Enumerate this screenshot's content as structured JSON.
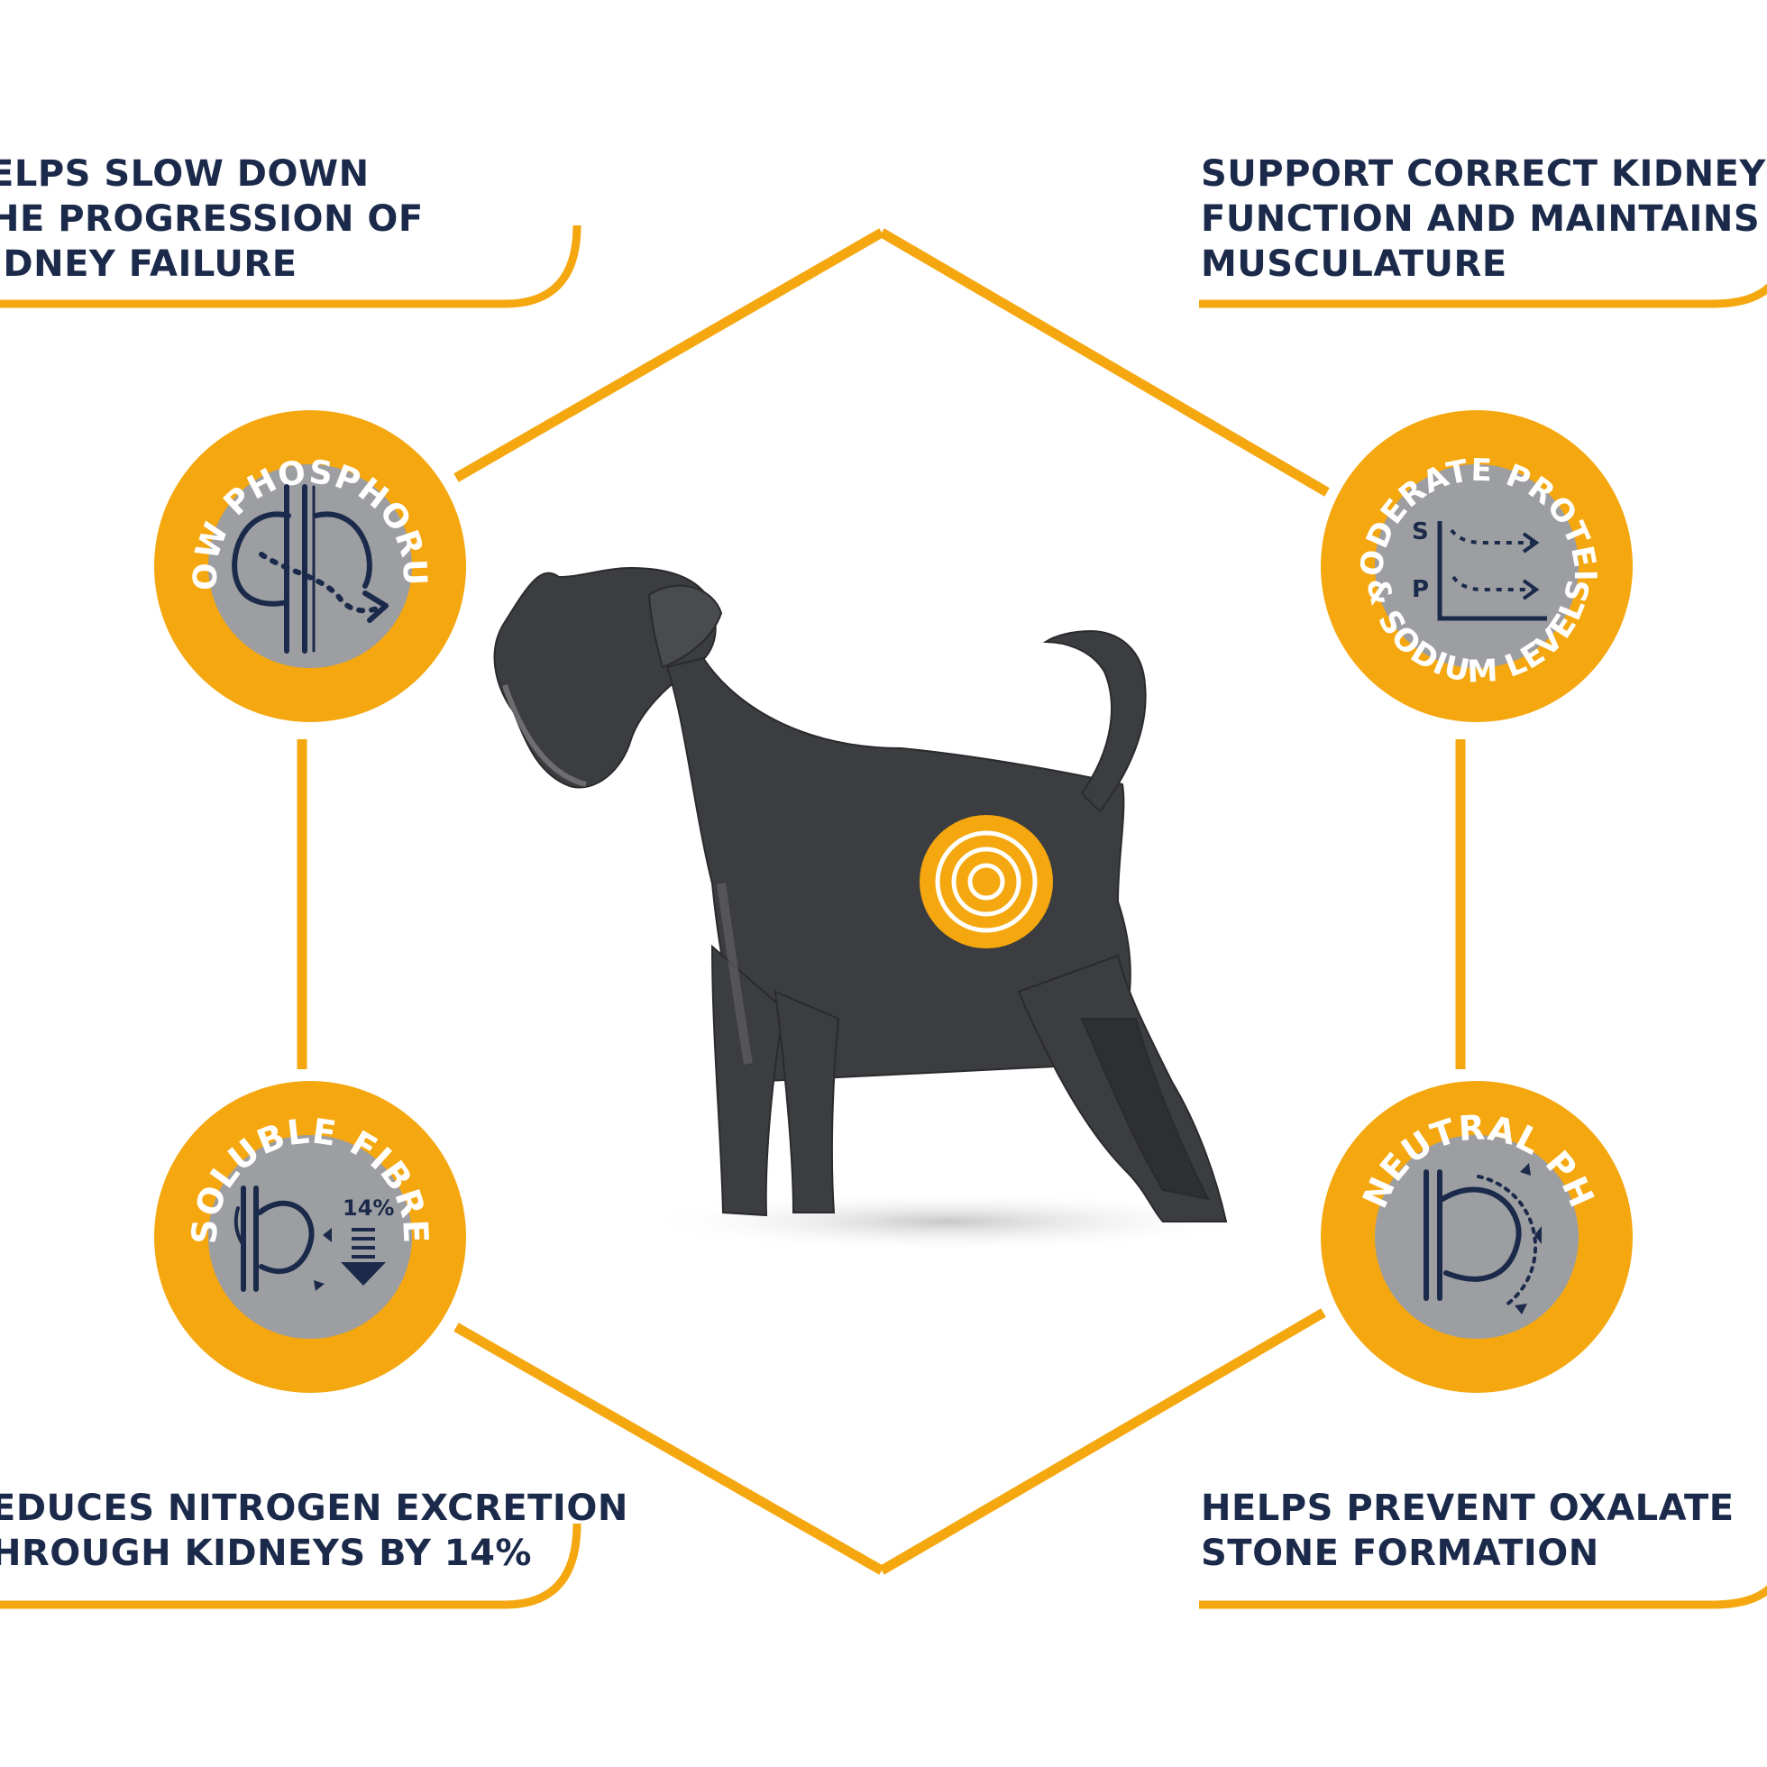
{
  "colors": {
    "accent": "#f5a70f",
    "navy": "#1b2a4a",
    "icon_bg": "#9c9ea2",
    "background": "#ffffff"
  },
  "callouts": {
    "top_left": [
      "ELPS SLOW DOWN",
      "HE PROGRESSION OF",
      "IDNEY FAILURE"
    ],
    "top_right": [
      "SUPPORT CORRECT KIDNEY",
      "FUNCTION AND MAINTAINS",
      "MUSCULATURE"
    ],
    "bottom_left": [
      "EDUCES NITROGEN EXCRETION",
      "HROUGH KIDNEYS BY 14%"
    ],
    "bottom_right": [
      "HELPS PREVENT OXALATE",
      "STONE FORMATION"
    ]
  },
  "badges": {
    "low_phosphorus": {
      "label": "LOW PHOSPHORUS",
      "icon": "kidney-phosphorus-icon"
    },
    "moderate_protein": {
      "label_top": "MODERATE PROTEIN",
      "label_bottom": "& SODIUM LEVELS",
      "icon": "protein-sodium-graph-icon",
      "axis_s": "S",
      "axis_p": "P"
    },
    "soluble_fibre": {
      "label": "SOLUBLE FIBRE",
      "icon": "kidney-fibre-icon",
      "percent": "14%"
    },
    "neutral_ph": {
      "label": "NEUTRAL PH",
      "icon": "kidney-ph-icon"
    }
  },
  "center": {
    "subject": "dog-silhouette",
    "target_icon": "target-icon"
  }
}
